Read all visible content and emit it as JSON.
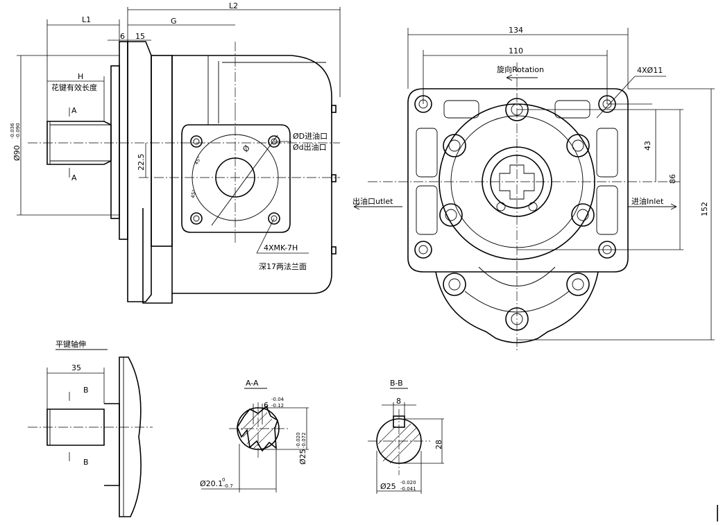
{
  "dims": {
    "L1": "L1",
    "L2": "L2",
    "G": "G",
    "d6": "6",
    "d15": "15",
    "H": "H",
    "spline_len": "花键有效长度",
    "shaft_dia_main": "Ø90",
    "shaft_tol_up": "-0.036",
    "shaft_tol_low": "-0.090",
    "d22_5": "22.5",
    "sec_A_top": "A",
    "sec_A_bot": "A",
    "ang_45a": "45°",
    "ang_45b": "45°",
    "phi": "Ø",
    "inlet_dia": "ØD进油口",
    "outlet_dia": "Ød出油口",
    "thread": "4XMK-7H",
    "thread_depth": "深17两法兰面",
    "w134": "134",
    "w110": "110",
    "rotation": "旋向Rotation",
    "holes": "4XØ11",
    "h43": "43",
    "h86": "86",
    "h152": "152",
    "outlet": "出油口utlet",
    "inlet": "进油Inlet",
    "key_shaft": "平键轴伸",
    "d35": "35",
    "sec_B_top": "B",
    "sec_B_bot": "B",
    "AA": "A-A",
    "BB": "B-B",
    "aa_6": "6",
    "aa_6_up": "-0.04",
    "aa_6_low": "-0.12",
    "aa_25": "Ø25",
    "aa_25_up": "-0.020",
    "aa_25_low": "-0.072",
    "aa_20": "Ø20.1",
    "aa_20_up": "0",
    "aa_20_low": "-0.7",
    "bb_8": "8",
    "bb_28": "28",
    "bb_25": "Ø25",
    "bb_25_up": "-0.020",
    "bb_25_low": "-0.041"
  }
}
